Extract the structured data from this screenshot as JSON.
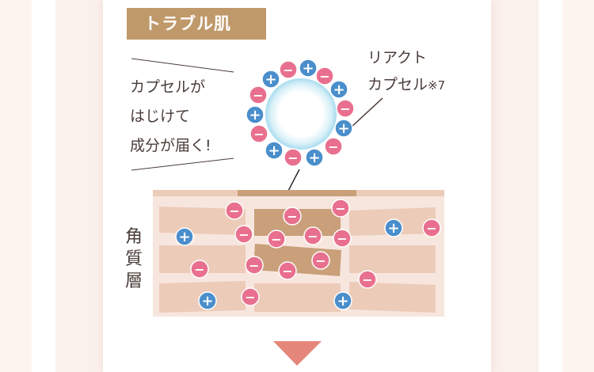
{
  "title": "トラブル肌",
  "caption_lines": [
    "カプセルが",
    "はじけて",
    "成分が届く!"
  ],
  "capsule_label": {
    "line1": "リアクト",
    "line2": "カプセル",
    "note": "※7"
  },
  "skin_label": "角質層",
  "icons": {
    "plus": "plus-ion-icon",
    "minus": "minus-ion-icon",
    "next": "down-arrow-icon"
  },
  "ion_symbols": {
    "plus": "+",
    "minus": "−"
  },
  "colors": {
    "title_bg": "#c0996a",
    "plus_ion": "#4a8ecb",
    "minus_ion": "#e8708e",
    "skin_bg": "#f7e6de",
    "cell": "#eccbb9",
    "target_cell": "#c9a07a",
    "arrow": "#e5867a",
    "text": "#4a3d38"
  }
}
